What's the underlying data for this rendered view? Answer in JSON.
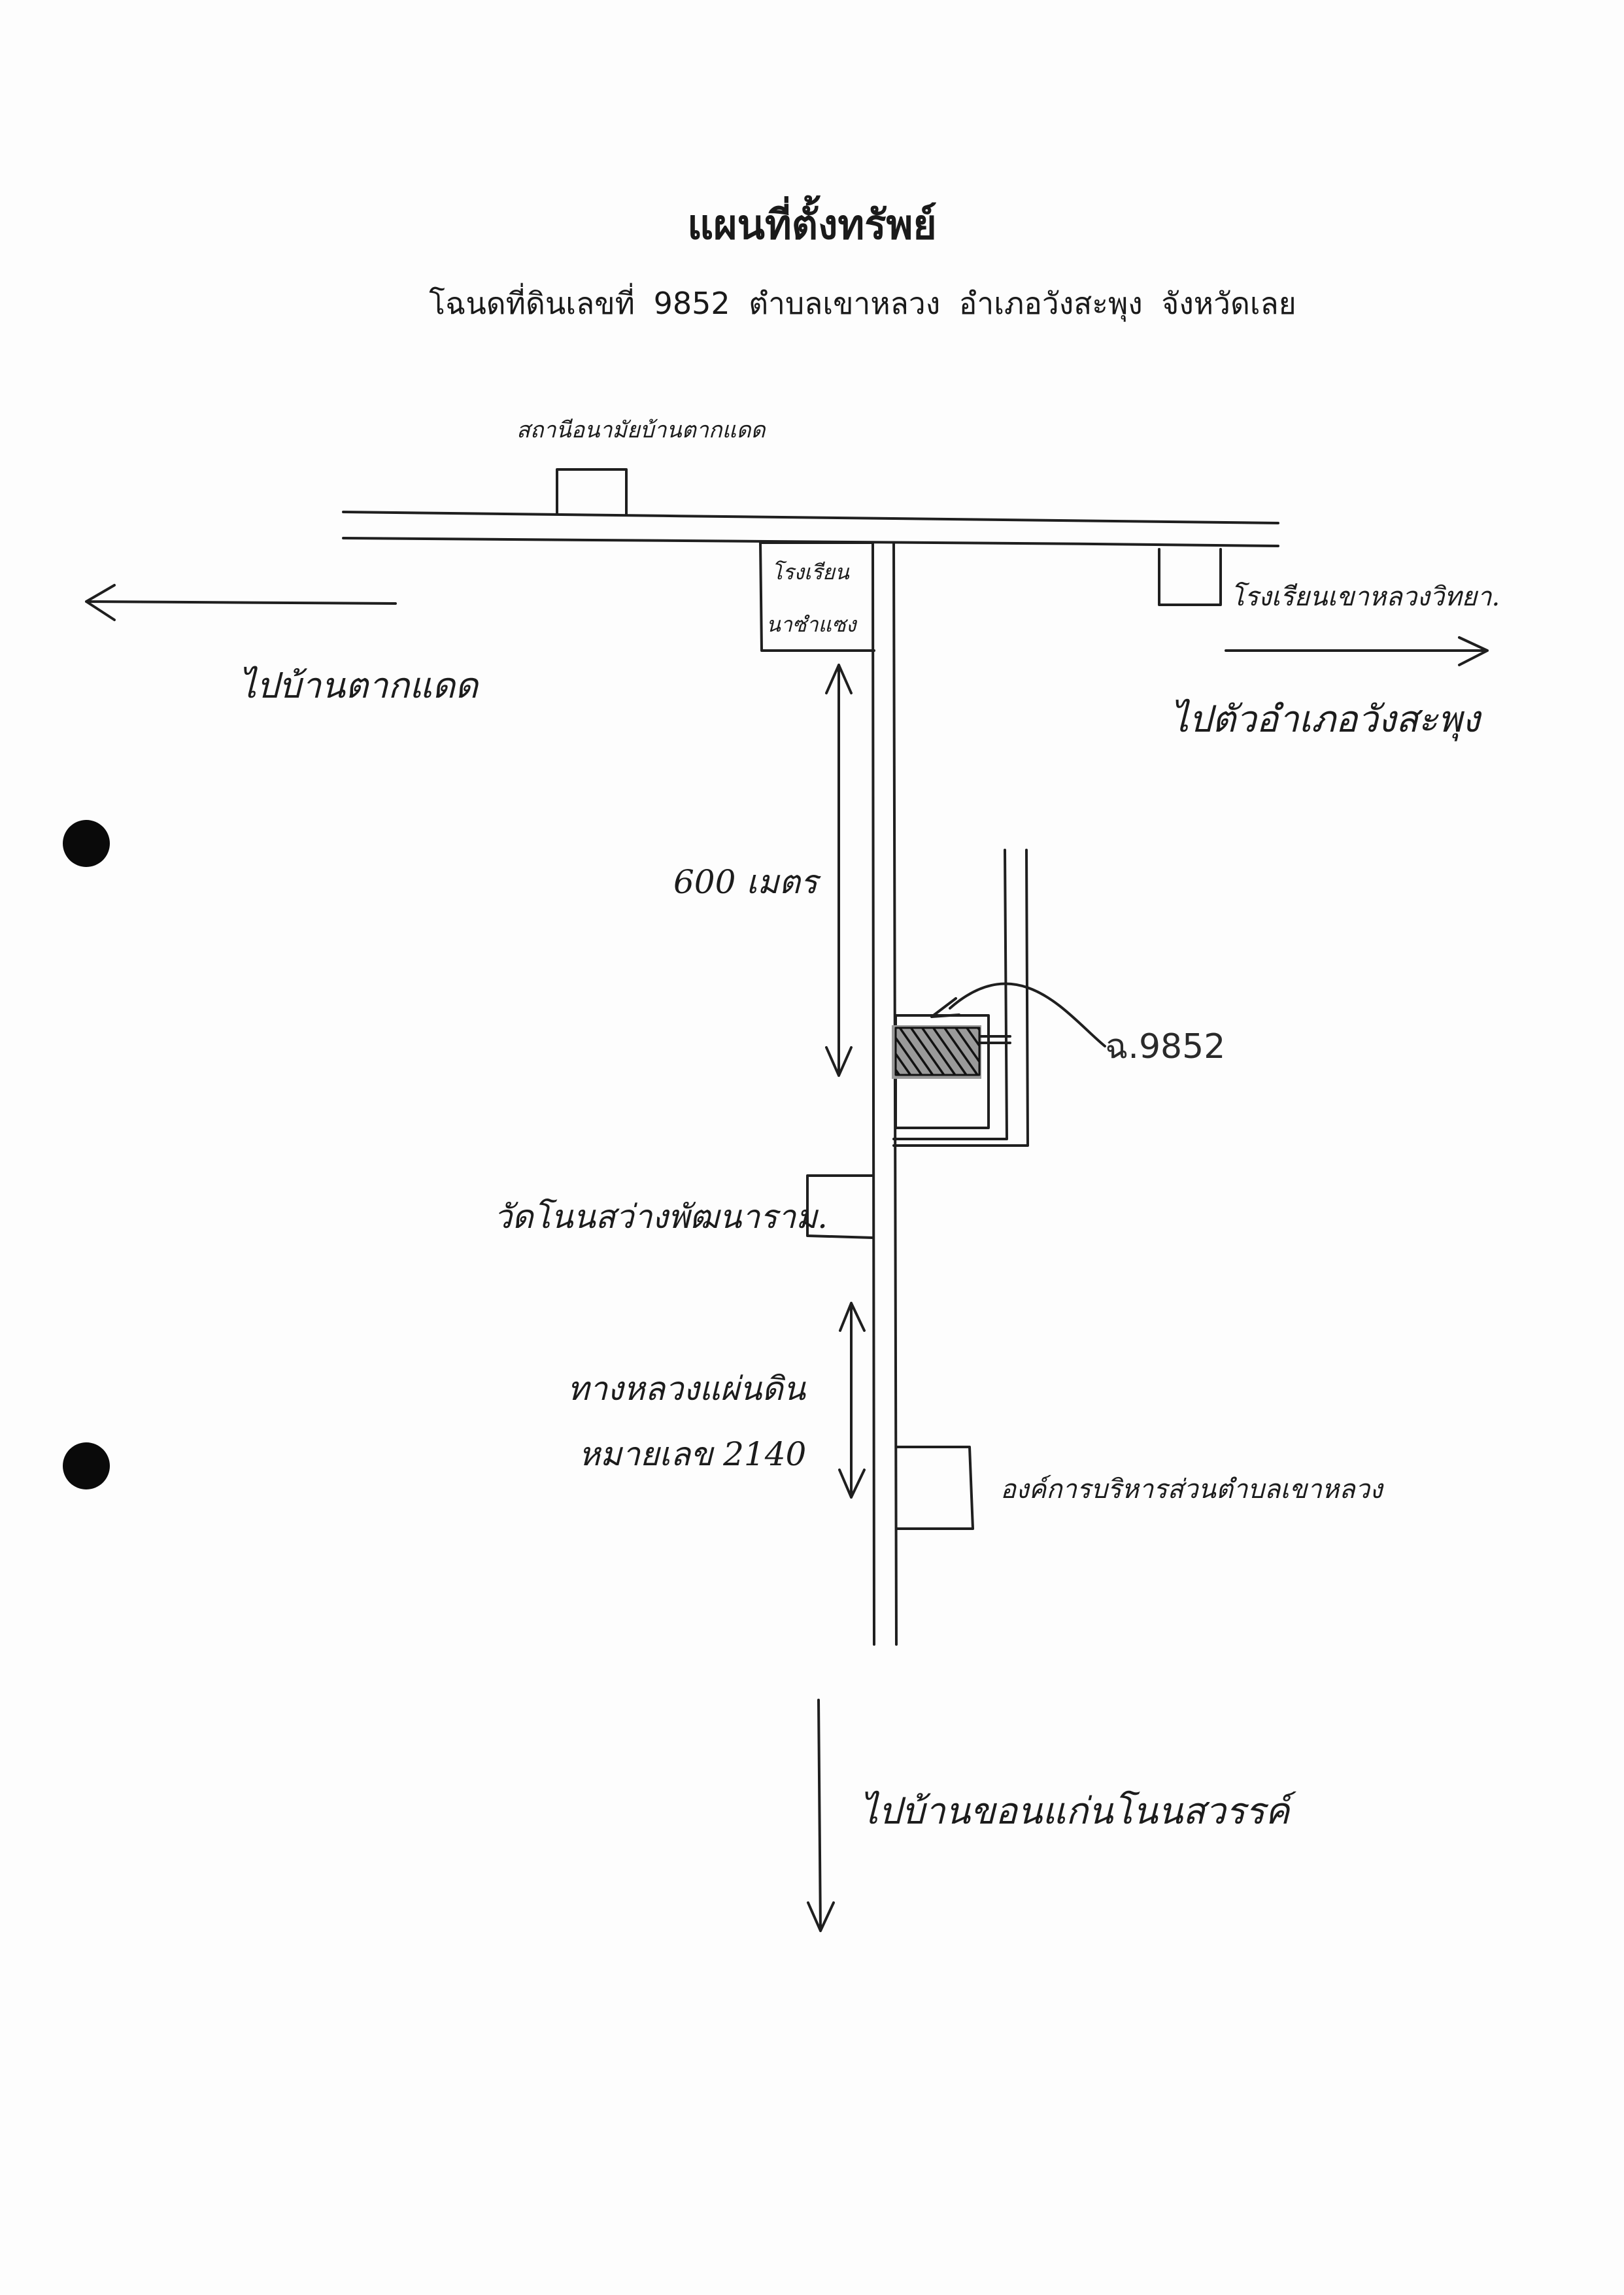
{
  "title": "แผนที่ตั้งทรัพย์",
  "subtitle": "โฉนดที่ดินเลขที่ 9852 ตำบลเขาหลวง อำเภอวังสะพุง จังหวัดเลย",
  "labels": {
    "health_station": "สถานีอนามัยบ้านตากแดด",
    "school_left_line1": "โรงเรียน",
    "school_left_line2": "นาซำแซง",
    "school_right": "โรงเรียนเขาหลวงวิทยา.",
    "to_west": "ไปบ้านตากแดด",
    "to_east": "ไปตัวอำเภอวังสะพุง",
    "distance": "600 เมตร",
    "parcel": "ฉ.9852",
    "temple": "วัดโนนสว่างพัฒนาราม.",
    "highway_line1": "ทางหลวงแผ่นดิน",
    "highway_line2": "หมายเลข 2140",
    "sao_office": "องค์การบริหารส่วนตำบลเขาหลวง",
    "to_south": "ไปบ้านขอนแก่นโนนสวรรค์"
  }
}
